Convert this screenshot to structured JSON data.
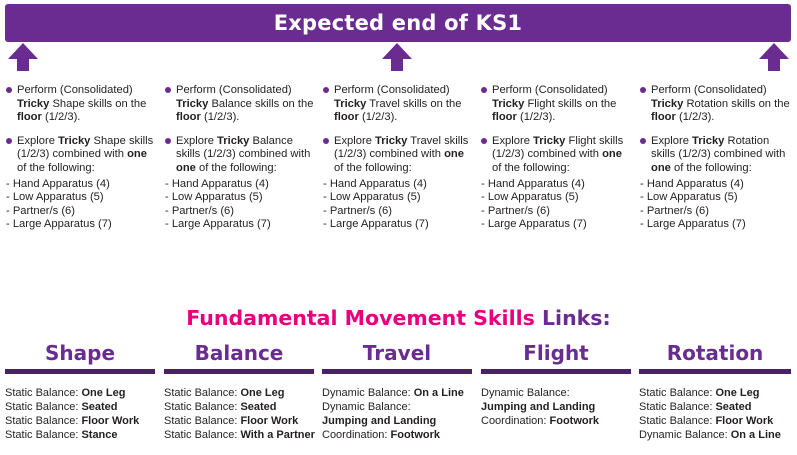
{
  "banner": {
    "title": "Expected end of KS1"
  },
  "colors": {
    "purple": "#6a2c91",
    "pink": "#e6007e",
    "dark_purple": "#4a1f6e"
  },
  "columns": [
    {
      "perform": {
        "pre": "Perform (Consolidated) ",
        "tricky": "Tricky",
        "mid": " Shape skills on the ",
        "floor": "floor",
        "post": " (1/2/3)."
      },
      "explore": {
        "pre": "Explore ",
        "tricky": "Tricky",
        "mid": " Shape skills (1/2/3) combined with ",
        "one": "one",
        "post": " of the following:"
      },
      "apparatus": [
        "- Hand Apparatus (4)",
        "- Low Apparatus (5)",
        "- Partner/s (6)",
        "- Large Apparatus (7)"
      ]
    },
    {
      "perform": {
        "pre": "Perform (Consolidated) ",
        "tricky": "Tricky",
        "mid": " Balance skills on the ",
        "floor": "floor",
        "post": " (1/2/3)."
      },
      "explore": {
        "pre": "Explore ",
        "tricky": "Tricky",
        "mid": " Balance skills (1/2/3) combined with ",
        "one": "one",
        "post": " of the following:"
      },
      "apparatus": [
        "- Hand Apparatus (4)",
        "- Low Apparatus (5)",
        "- Partner/s (6)",
        "- Large Apparatus (7)"
      ]
    },
    {
      "perform": {
        "pre": "Perform (Consolidated) ",
        "tricky": "Tricky",
        "mid": " Travel skills on the ",
        "floor": "floor",
        "post": " (1/2/3)."
      },
      "explore": {
        "pre": "Explore ",
        "tricky": "Tricky",
        "mid": " Travel skills (1/2/3) combined with ",
        "one": "one",
        "post": " of the following:"
      },
      "apparatus": [
        "- Hand Apparatus (4)",
        "- Low Apparatus (5)",
        "- Partner/s (6)",
        "- Large Apparatus (7)"
      ]
    },
    {
      "perform": {
        "pre": "Perform (Consolidated) ",
        "tricky": "Tricky",
        "mid": " Flight skills on the ",
        "floor": "floor",
        "post": " (1/2/3)."
      },
      "explore": {
        "pre": "Explore ",
        "tricky": "Tricky",
        "mid": " Flight skills (1/2/3) combined with ",
        "one": "one",
        "post": " of the following:"
      },
      "apparatus": [
        "- Hand Apparatus (4)",
        "- Low Apparatus (5)",
        "- Partner/s (6)",
        "- Large Apparatus (7)"
      ]
    },
    {
      "perform": {
        "pre": "Perform (Consolidated) ",
        "tricky": "Tricky",
        "mid": " Rotation skills on the ",
        "floor": "floor",
        "post": " (1/2/3)."
      },
      "explore": {
        "pre": "Explore ",
        "tricky": "Tricky",
        "mid": " Rotation skills (1/2/3) combined with ",
        "one": "one",
        "post": " of the following:"
      },
      "apparatus": [
        "- Hand Apparatus (4)",
        "- Low Apparatus (5)",
        "- Partner/s (6)",
        "- Large Apparatus (7)"
      ]
    }
  ],
  "links_heading": {
    "pink": "Fundamental Movement Skills",
    "purple": " Links:"
  },
  "skills": [
    {
      "title": "Shape",
      "rows": [
        {
          "label": "Static Balance: ",
          "value": "One Leg"
        },
        {
          "label": "Static Balance: ",
          "value": "Seated"
        },
        {
          "label": "Static Balance: ",
          "value": "Floor Work"
        },
        {
          "label": "Static Balance: ",
          "value": "Stance"
        }
      ]
    },
    {
      "title": "Balance",
      "rows": [
        {
          "label": "Static Balance: ",
          "value": "One Leg"
        },
        {
          "label": "Static Balance: ",
          "value": "Seated"
        },
        {
          "label": "Static Balance: ",
          "value": "Floor Work"
        },
        {
          "label": "Static Balance: ",
          "value": "With a Partner"
        }
      ]
    },
    {
      "title": "Travel",
      "rows": [
        {
          "label": "Dynamic Balance: ",
          "value": "On a Line"
        },
        {
          "label": "Dynamic Balance:",
          "value": ""
        },
        {
          "label": "",
          "value": "Jumping and Landing"
        },
        {
          "label": "Coordination: ",
          "value": "Footwork"
        }
      ]
    },
    {
      "title": "Flight",
      "rows": [
        {
          "label": "Dynamic Balance:",
          "value": ""
        },
        {
          "label": "",
          "value": "Jumping and Landing"
        },
        {
          "label": "Coordination: ",
          "value": "Footwork"
        }
      ]
    },
    {
      "title": "Rotation",
      "rows": [
        {
          "label": "Static Balance: ",
          "value": "One Leg"
        },
        {
          "label": "Static Balance: ",
          "value": "Seated"
        },
        {
          "label": "Static Balance: ",
          "value": "Floor Work"
        },
        {
          "label": "Dynamic Balance: ",
          "value": "On a Line"
        }
      ]
    }
  ]
}
